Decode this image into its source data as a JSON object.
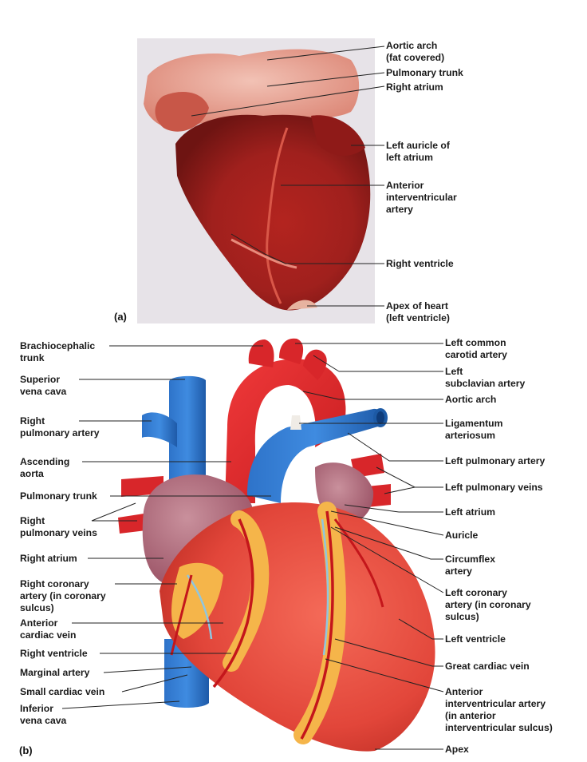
{
  "panel_a": {
    "tag": "(a)",
    "labels": [
      {
        "id": "aortic-arch-fat",
        "text": "Aortic arch\n(fat covered)"
      },
      {
        "id": "pulmonary-trunk",
        "text": "Pulmonary trunk"
      },
      {
        "id": "right-atrium",
        "text": "Right atrium"
      },
      {
        "id": "left-auricle",
        "text": "Left auricle of\nleft atrium"
      },
      {
        "id": "anterior-interventricular",
        "text": "Anterior\ninterventricular\nartery"
      },
      {
        "id": "right-ventricle",
        "text": "Right ventricle"
      },
      {
        "id": "apex-of-heart",
        "text": "Apex of heart\n(left ventricle)"
      }
    ]
  },
  "panel_b": {
    "tag": "(b)",
    "left_labels": [
      {
        "id": "brachiocephalic-trunk",
        "text": "Brachiocephalic\ntrunk"
      },
      {
        "id": "superior-vena-cava",
        "text": "Superior\nvena cava"
      },
      {
        "id": "right-pulmonary-artery",
        "text": "Right\npulmonary artery"
      },
      {
        "id": "ascending-aorta",
        "text": "Ascending\naorta"
      },
      {
        "id": "pulmonary-trunk-b",
        "text": "Pulmonary trunk"
      },
      {
        "id": "right-pulmonary-veins",
        "text": "Right\npulmonary veins"
      },
      {
        "id": "right-atrium-b",
        "text": "Right atrium"
      },
      {
        "id": "right-coronary-artery",
        "text": "Right coronary\nartery (in coronary\nsulcus)"
      },
      {
        "id": "anterior-cardiac-vein",
        "text": "Anterior\ncardiac vein"
      },
      {
        "id": "right-ventricle-b",
        "text": "Right ventricle"
      },
      {
        "id": "marginal-artery",
        "text": "Marginal artery"
      },
      {
        "id": "small-cardiac-vein",
        "text": "Small cardiac vein"
      },
      {
        "id": "inferior-vena-cava",
        "text": "Inferior\nvena cava"
      }
    ],
    "right_labels": [
      {
        "id": "left-common-carotid",
        "text": "Left common\ncarotid artery"
      },
      {
        "id": "left-subclavian",
        "text": "Left\nsubclavian artery"
      },
      {
        "id": "aortic-arch-b",
        "text": "Aortic arch"
      },
      {
        "id": "ligamentum-arteriosum",
        "text": "Ligamentum\narteriosum"
      },
      {
        "id": "left-pulmonary-artery",
        "text": "Left pulmonary artery"
      },
      {
        "id": "left-pulmonary-veins",
        "text": "Left pulmonary veins"
      },
      {
        "id": "left-atrium",
        "text": "Left atrium"
      },
      {
        "id": "auricle",
        "text": "Auricle"
      },
      {
        "id": "circumflex-artery",
        "text": "Circumflex\nartery"
      },
      {
        "id": "left-coronary-artery",
        "text": "Left coronary\nartery (in coronary\nsulcus)"
      },
      {
        "id": "left-ventricle",
        "text": "Left ventricle"
      },
      {
        "id": "great-cardiac-vein",
        "text": "Great cardiac vein"
      },
      {
        "id": "anterior-interventricular-b",
        "text": "Anterior\ninterventricular artery\n(in anterior\ninterventricular sulcus)"
      },
      {
        "id": "apex",
        "text": "Apex"
      }
    ]
  }
}
